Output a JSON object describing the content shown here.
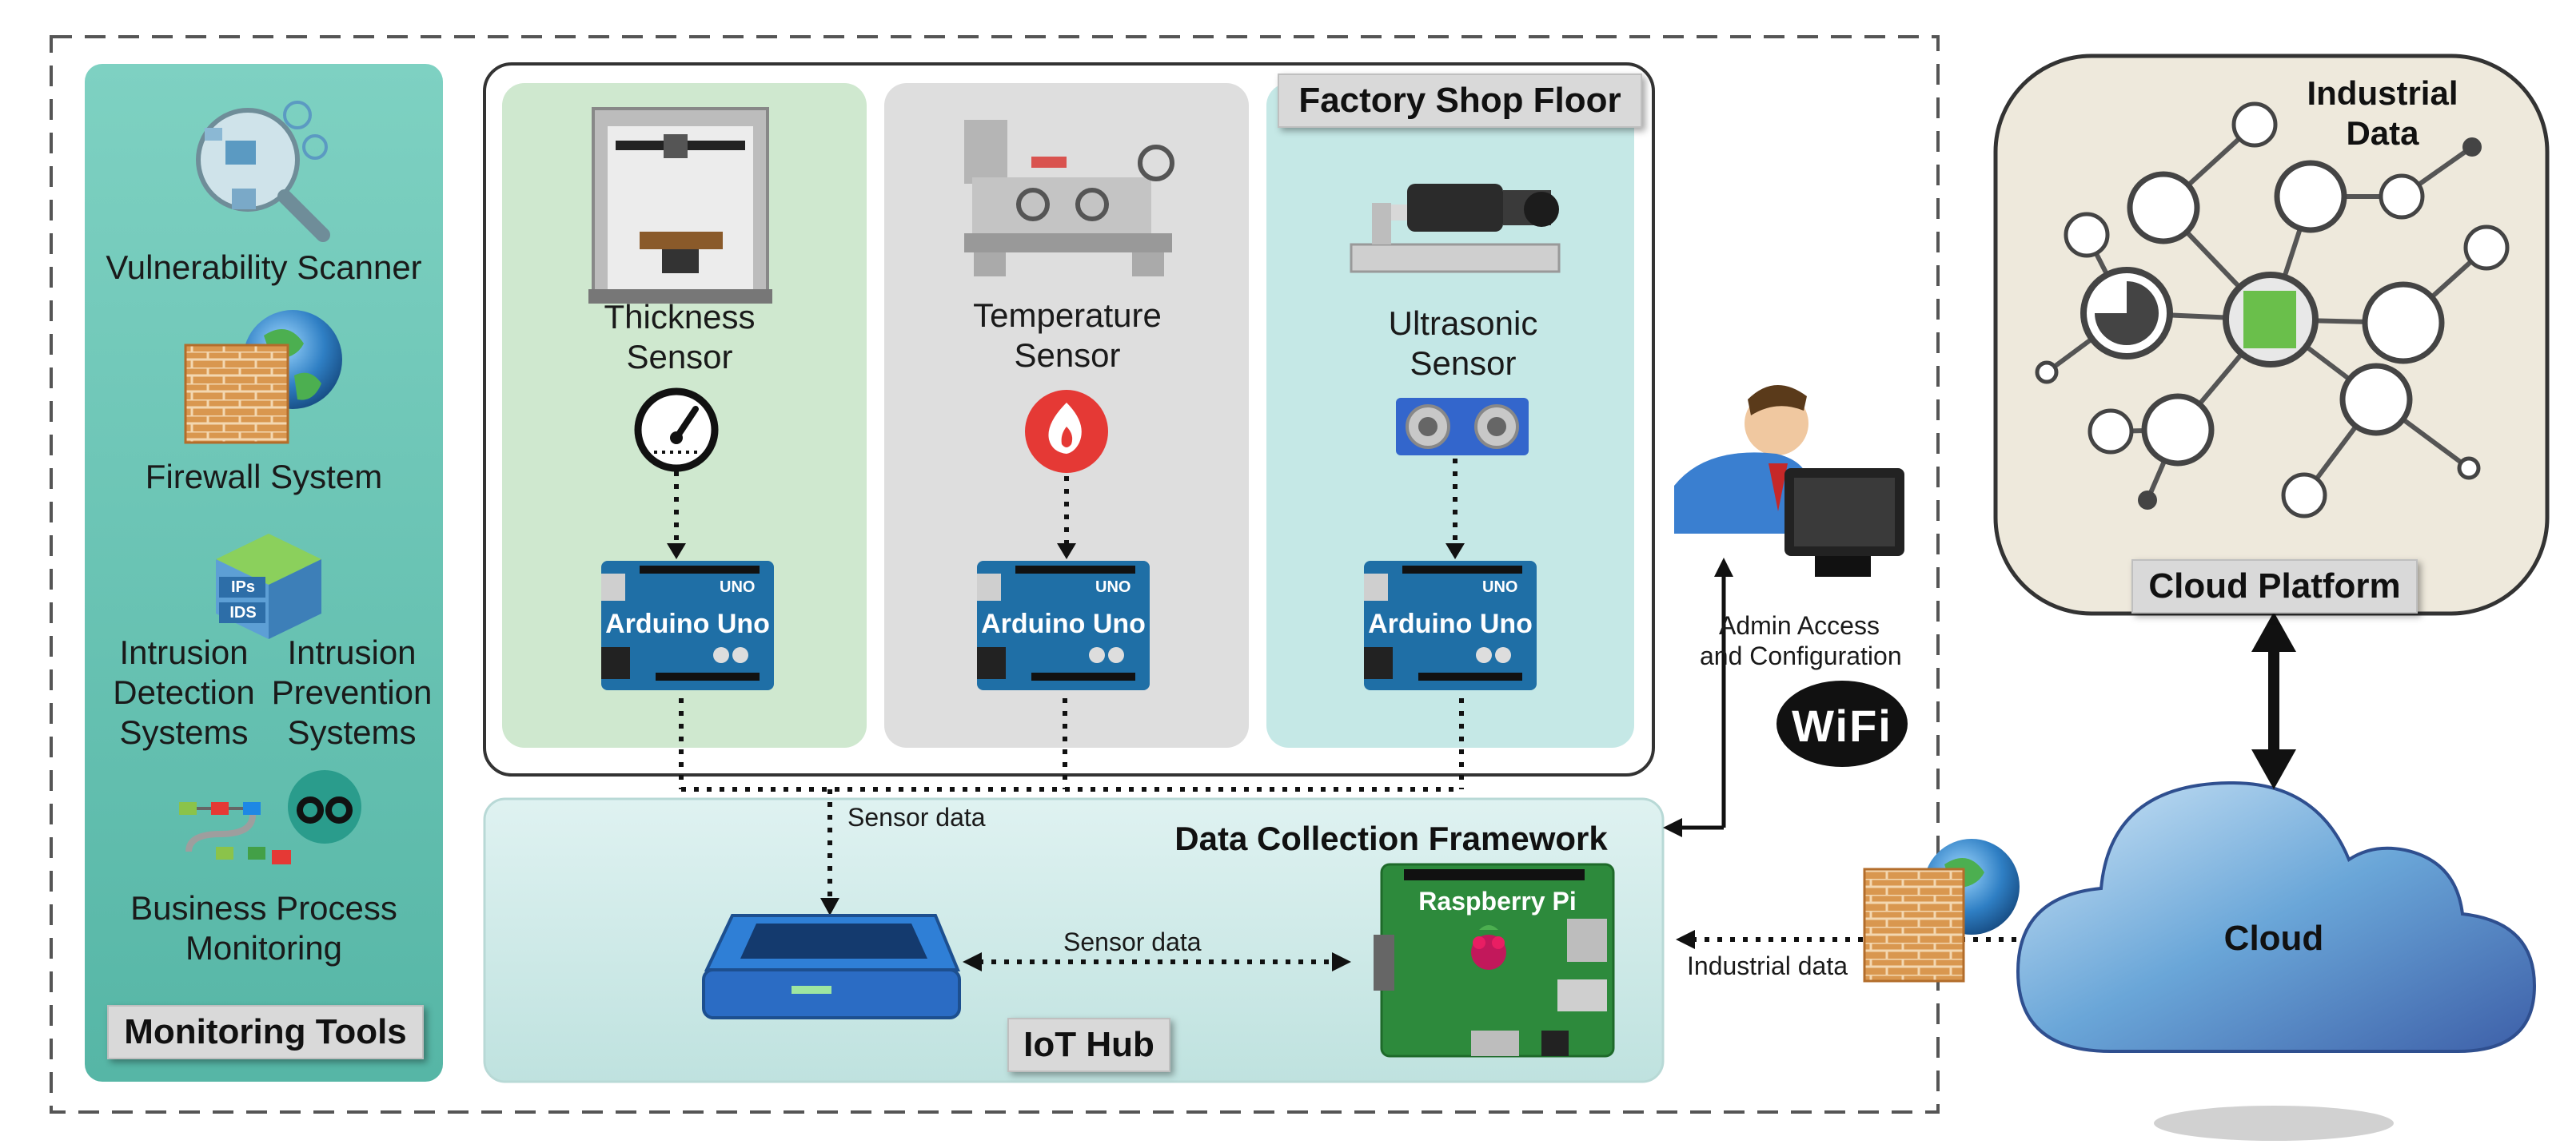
{
  "monitoring": {
    "title": "Monitoring Tools",
    "vuln": "Vulnerability Scanner",
    "firewall": "Firewall System",
    "ips_tag": "IPs",
    "ids_tag": "IDS",
    "ids_l1": "Intrusion",
    "ids_l2": "Detection",
    "ids_l3": "Systems",
    "ips_l1": "Intrusion",
    "ips_l2": "Prevention",
    "ips_l3": "Systems",
    "bpm_l1": "Business Process",
    "bpm_l2": "Monitoring"
  },
  "factory": {
    "title": "Factory Shop Floor",
    "thickness_l1": "Thickness",
    "thickness_l2": "Sensor",
    "temperature_l1": "Temperature",
    "temperature_l2": "Sensor",
    "ultrasonic_l1": "Ultrasonic",
    "ultrasonic_l2": "Sensor",
    "arduino": "Arduino Uno",
    "uno": "UNO"
  },
  "dcf": {
    "title": "Data Collection Framework",
    "sensor_data_1": "Sensor data",
    "sensor_data_2": "Sensor data",
    "iot_hub": "IoT Hub",
    "raspberry": "Raspberry Pi"
  },
  "admin": {
    "l1": "Admin Access",
    "l2": "and Configuration",
    "wifi": "WiFi"
  },
  "industrial_data_link": "Industrial data",
  "cloud": {
    "label": "Cloud",
    "platform": "Cloud Platform",
    "data_l1": "Industrial",
    "data_l2": "Data"
  },
  "colors": {
    "monitoring_panel": "#6fc7b8",
    "green_panel": "#cfe8cf",
    "grey_panel": "#dedede",
    "teal_panel": "#c5e8e6",
    "dcf_panel": "#d4ecea",
    "cloud_panel": "#eee9dc",
    "arduino": "#1f6fa6",
    "raspberry": "#2d8a3c"
  }
}
